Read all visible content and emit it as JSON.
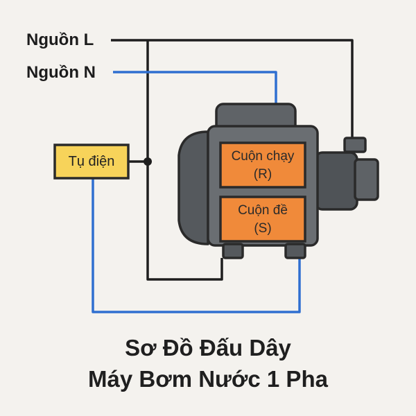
{
  "labels": {
    "source_l": "Nguồn L",
    "source_n": "Nguồn N",
    "capacitor": "Tụ điện"
  },
  "coils": {
    "run_name": "Cuộn chạy",
    "run_code": "(R)",
    "start_name": "Cuộn đề",
    "start_code": "(S)"
  },
  "title": {
    "line1": "Sơ Đồ Đấu Dây",
    "line2": "Máy Bơm Nước 1 Pha"
  },
  "colors": {
    "wire_l": "#1e1e1e",
    "wire_n": "#2f6fd0",
    "coil": "#f08a3a",
    "capacitor": "#f7d35a",
    "motor_body": "#5f6367",
    "background": "#f4f2ee"
  }
}
